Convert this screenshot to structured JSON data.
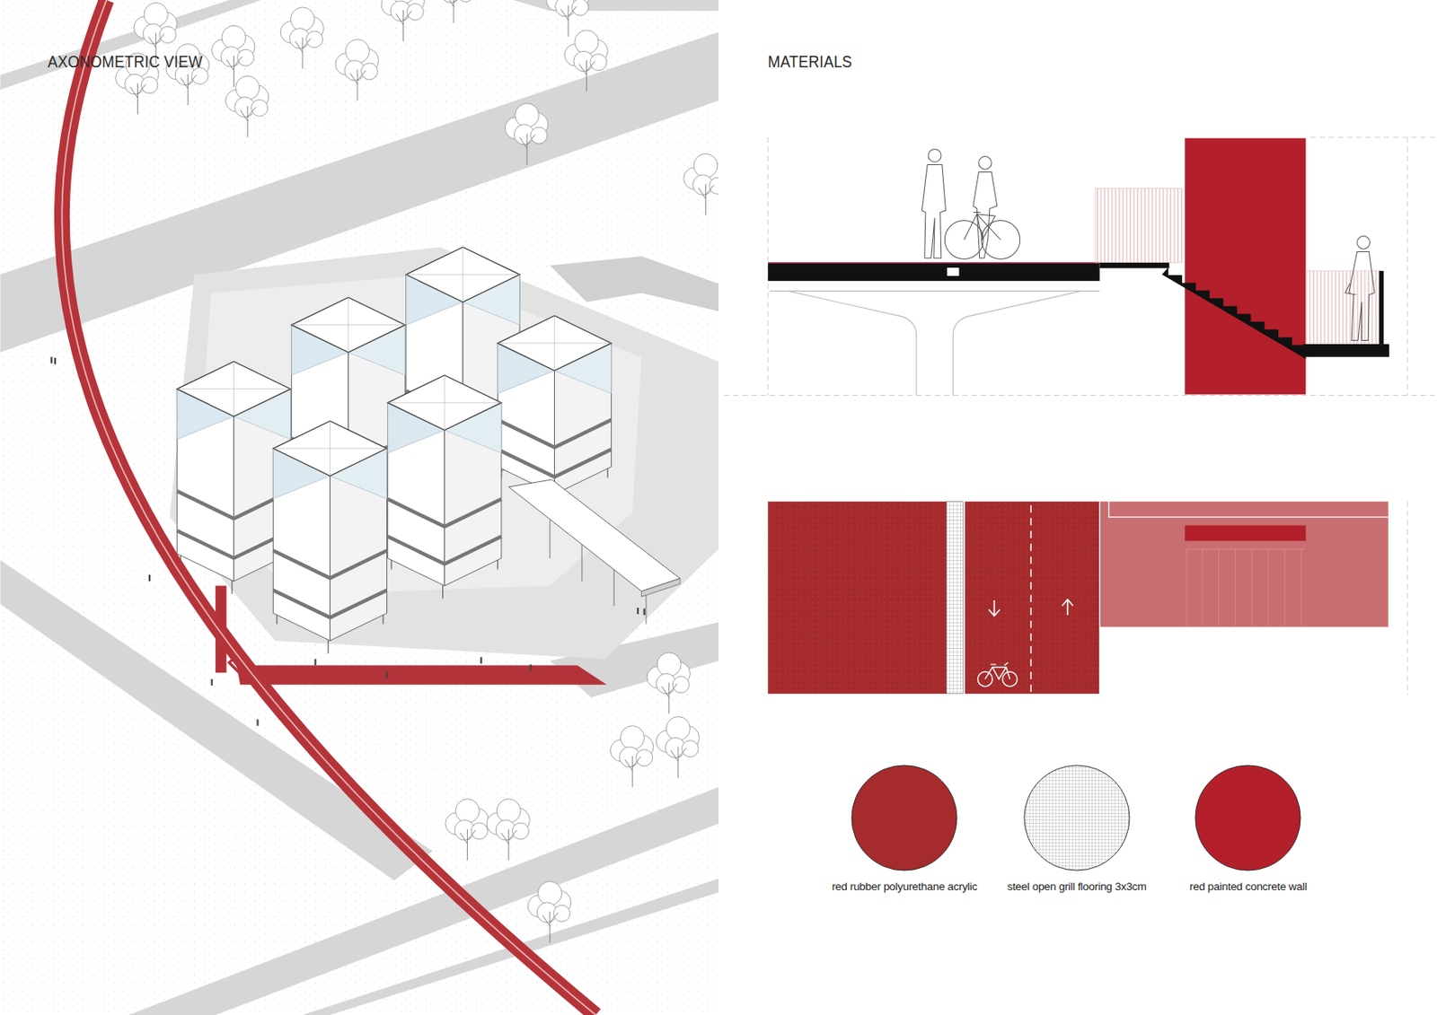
{
  "diagram": {
    "labels": [
      "AXONOMETRIC VIEW",
      "MATERIALS"
    ],
    "legend": [
      {
        "text": "red rubber polyurethane acrylic",
        "color": "#a52b2d"
      },
      {
        "text": "steel open grill flooring 3x3cm"
      },
      {
        "text": "red painted concrete wall",
        "color": "#b31f2b"
      }
    ]
  }
}
